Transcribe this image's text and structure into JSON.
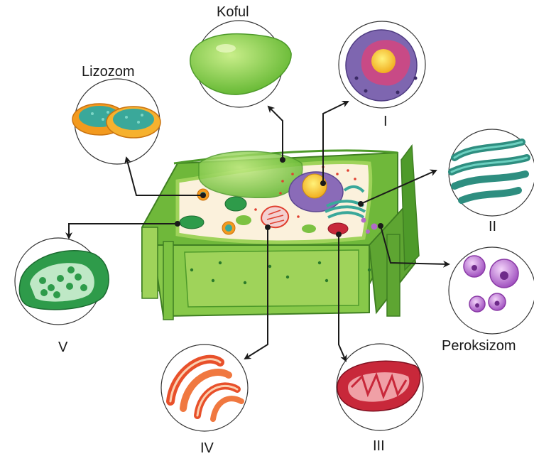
{
  "labels": {
    "koful": "Koful",
    "lizozom": "Lizozom",
    "i": "I",
    "ii": "II",
    "iii": "III",
    "iv": "IV",
    "v": "V",
    "peroksizom": "Peroksizom"
  },
  "colors": {
    "cell_wall": "#7cc242",
    "cell_wall_dark": "#4e9a2a",
    "cytoplasm": "#fbf1dc",
    "vacuole": "#8fd14f",
    "nucleus": "#8a6bb8",
    "nucleolus": "#f5c518",
    "golgi_er": "#3aa89a",
    "mitochondria": "#c8283a",
    "chloroplast": "#2e9b4a",
    "lysosome": "#f39a1e",
    "peroxisome": "#b26bc9",
    "arrow": "#1a1a1a"
  },
  "icons": [
    "vacuole-icon",
    "nucleus-icon",
    "golgi-icon",
    "peroxisome-icon",
    "mitochondria-icon",
    "er-icon",
    "chloroplast-icon",
    "lysosome-icon"
  ]
}
